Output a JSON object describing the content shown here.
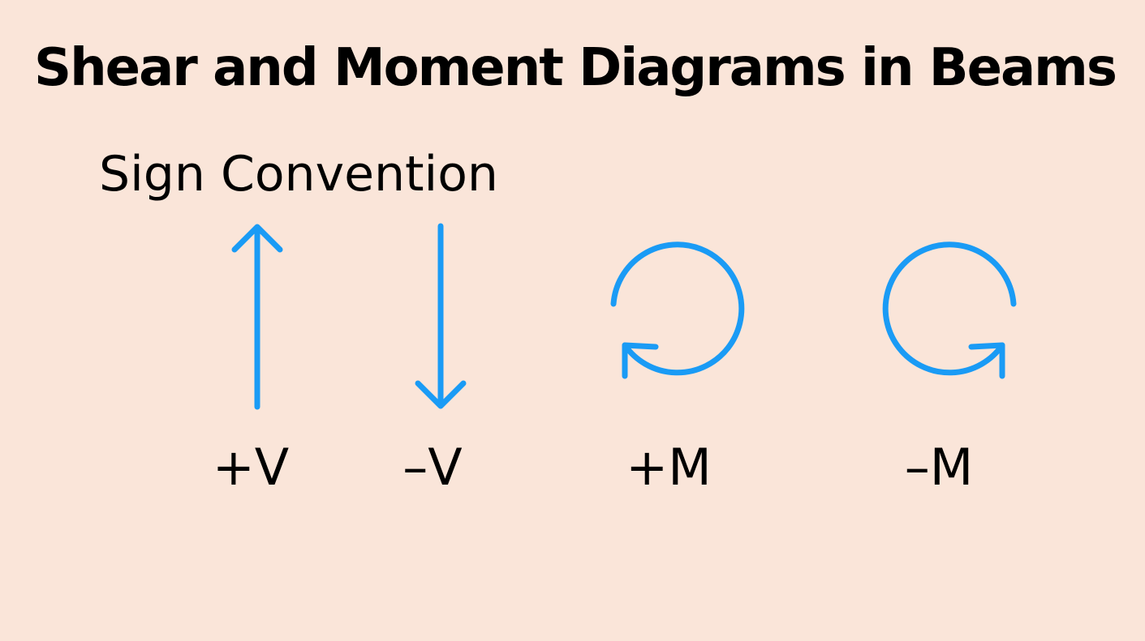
{
  "title": "Shear and Moment Diagrams in Beams",
  "subtitle": "Sign Convention",
  "accent_color": "#1A9BF5",
  "background_color": "#FAE5D9",
  "conventions": [
    {
      "symbol": "arrow-up-icon",
      "label": "+V"
    },
    {
      "symbol": "arrow-down-icon",
      "label": "–V"
    },
    {
      "symbol": "counterclockwise-arrow-icon",
      "label": "+M"
    },
    {
      "symbol": "clockwise-arrow-icon",
      "label": "–M"
    }
  ]
}
